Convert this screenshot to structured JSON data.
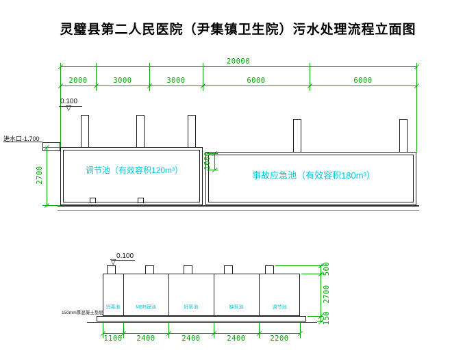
{
  "title": "灵璧县第二人民医院（尹集镇卫生院）污水处理流程立面图",
  "icons": {
    "elevation_triangle": "▽"
  },
  "colors": {
    "dimension": "#00a800",
    "tank_label": "#00c8d8",
    "outline": "#1a1a1a"
  },
  "top_view": {
    "overall_dim": "20000",
    "segment_dims": [
      "2000",
      "3000",
      "3000",
      "6000",
      "6000"
    ],
    "elevation_mark": "0.100",
    "inlet_label": "进水口-1.700",
    "depth_dim": "2700",
    "step_dim": "1000",
    "tank_labels": [
      "调节池（有效容积120m³）",
      "事故应急池（有效容积180m³）"
    ]
  },
  "bottom_view": {
    "elevation_mark": "0.100",
    "compartment_labels": [
      "消毒池",
      "MBR膜池",
      "好氧池",
      "缺氧池",
      "调节池"
    ],
    "base_note": "150mm厚混凝土垫层",
    "width_dims": [
      "1100",
      "2400",
      "2400",
      "2400",
      "2200"
    ],
    "height_dims": [
      "500",
      "2700",
      "150"
    ]
  }
}
